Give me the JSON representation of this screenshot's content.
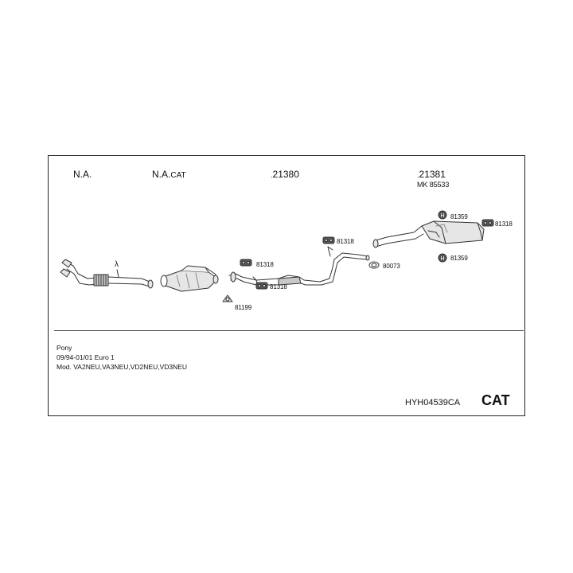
{
  "headers": {
    "h1": "N.A.",
    "h2_main": "N.A.",
    "h2_suffix": "CAT",
    "h3": "21380",
    "h4": "21381",
    "h4_sub": "MK  85533"
  },
  "part_labels": {
    "p81359_top": "81359",
    "p81318_right": "81318",
    "p81318_mid": "81318",
    "p80073": "80073",
    "p81359_bottom": "81359",
    "p81318_left": "81318",
    "p81318_lower": "81318",
    "p81199": "81199",
    "lambda": "λ"
  },
  "vehicle": {
    "model": "Pony",
    "period": "09/94-01/01   Euro 1",
    "mod": "Mod.  VA2NEU,VA3NEU,VD2NEU,VD3NEU"
  },
  "footer": {
    "code": "HYH04539CA",
    "cat": "CAT"
  },
  "colors": {
    "line": "#333333",
    "fill_light": "#e6e6e6",
    "fill_mid": "#c8c8c8"
  }
}
